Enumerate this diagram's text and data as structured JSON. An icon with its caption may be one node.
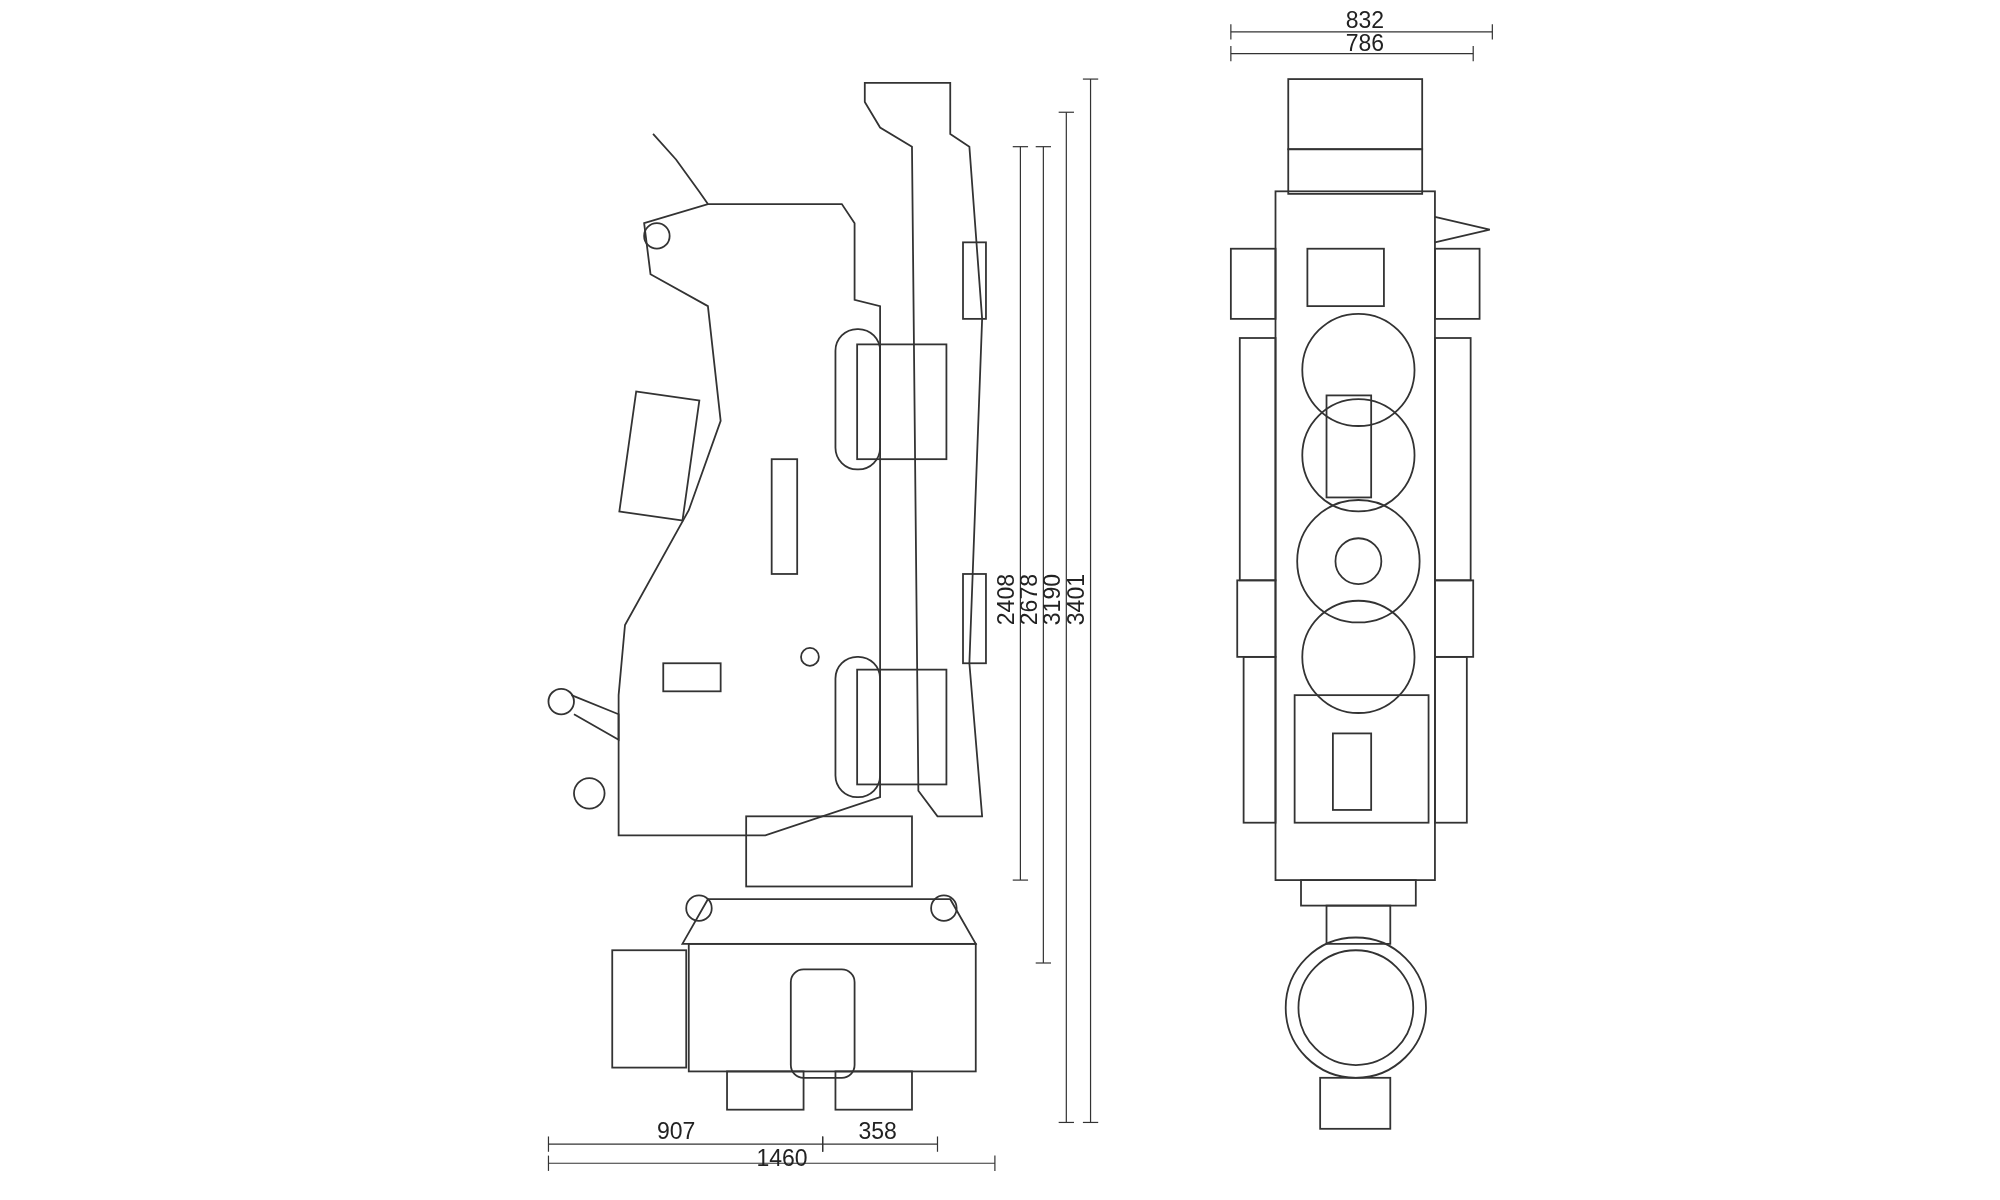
{
  "diagram": {
    "labels": [
      "832",
      "786",
      "2408",
      "2678",
      "3190",
      "3401",
      "907",
      "358",
      "1460"
    ]
  }
}
